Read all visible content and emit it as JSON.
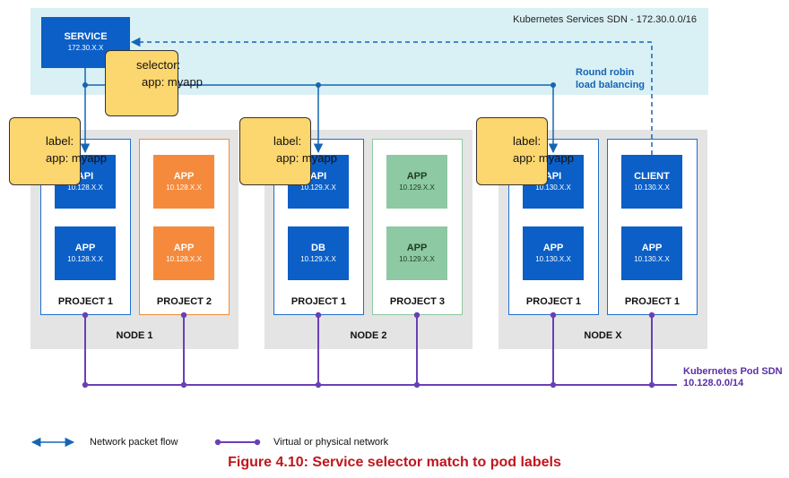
{
  "colors": {
    "service_blue": "#0b5fc7",
    "flow_blue": "#1565b4",
    "pod_network_purple": "#6a3fb5",
    "note_yellow": "#fcd66e",
    "orange_pod": "#f58a3c",
    "green_pod": "#8dc9a2",
    "caption_red": "#c0161c",
    "services_band": "#d9f0f5",
    "node_gray": "#e4e4e4"
  },
  "services_sdn_label": "Kubernetes Services SDN - 172.30.0.0/16",
  "round_robin_label": "Round robin",
  "load_balancing_label": "load balancing",
  "service": {
    "name": "SERVICE",
    "ip": "172.30.X.X"
  },
  "selector_note": {
    "line1": "selector:",
    "line2": "app: myapp"
  },
  "label_note": {
    "line1": "label:",
    "line2": "app: myapp"
  },
  "nodes": [
    {
      "label": "NODE 1",
      "projects": [
        {
          "label": "PROJECT 1",
          "pods": [
            {
              "name": "API",
              "ip": "10.128.X.X"
            },
            {
              "name": "APP",
              "ip": "10.128.X.X"
            }
          ]
        },
        {
          "label": "PROJECT 2",
          "pods": [
            {
              "name": "APP",
              "ip": "10.128.X.X"
            },
            {
              "name": "APP",
              "ip": "10.128.X.X"
            }
          ]
        }
      ]
    },
    {
      "label": "NODE 2",
      "projects": [
        {
          "label": "PROJECT 1",
          "pods": [
            {
              "name": "API",
              "ip": "10.129.X.X"
            },
            {
              "name": "DB",
              "ip": "10.129.X.X"
            }
          ]
        },
        {
          "label": "PROJECT 3",
          "pods": [
            {
              "name": "APP",
              "ip": "10.129.X.X"
            },
            {
              "name": "APP",
              "ip": "10.129.X.X"
            }
          ]
        }
      ]
    },
    {
      "label": "NODE X",
      "projects": [
        {
          "label": "PROJECT 1",
          "pods": [
            {
              "name": "API",
              "ip": "10.130.X.X"
            },
            {
              "name": "APP",
              "ip": "10.130.X.X"
            }
          ]
        },
        {
          "label": "PROJECT 1",
          "pods": [
            {
              "name": "CLIENT",
              "ip": "10.130.X.X"
            },
            {
              "name": "APP",
              "ip": "10.130.X.X"
            }
          ]
        }
      ]
    }
  ],
  "pod_sdn_label": {
    "line1": "Kubernetes Pod SDN",
    "line2": "10.128.0.0/14"
  },
  "legend": {
    "packet_flow": "Network packet flow",
    "network": "Virtual or physical network"
  },
  "caption": "Figure 4.10: Service selector match to pod labels"
}
